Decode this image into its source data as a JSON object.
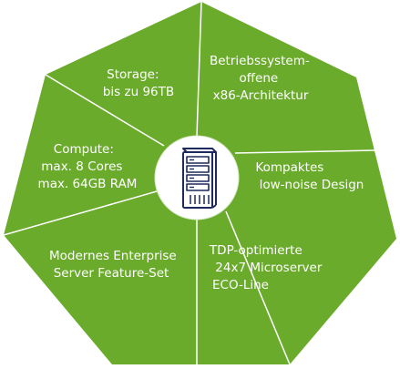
{
  "colors": {
    "segment_fill": "#6aab2b",
    "divider": "#ffffff",
    "center_fill": "#ffffff",
    "icon_stroke": "#1e2a5e",
    "text": "#ffffff"
  },
  "center": {
    "icon": "server-tower-icon"
  },
  "segments": [
    {
      "id": "storage",
      "lines": [
        "Storage:",
        "bis zu 96TB"
      ]
    },
    {
      "id": "os",
      "lines": [
        "Betriebssystem-",
        "offene",
        "x86-Architektur"
      ]
    },
    {
      "id": "design",
      "lines": [
        "Kompaktes",
        "low-noise Design"
      ]
    },
    {
      "id": "tdp",
      "lines": [
        "TDP-optimierte",
        "24x7 Microserver",
        "ECO-Line"
      ]
    },
    {
      "id": "enterprise",
      "lines": [
        "Modernes Enterprise",
        "Server Feature-Set"
      ]
    },
    {
      "id": "compute",
      "lines": [
        "Compute:",
        "max. 8 Cores",
        "max. 64GB RAM"
      ]
    }
  ]
}
